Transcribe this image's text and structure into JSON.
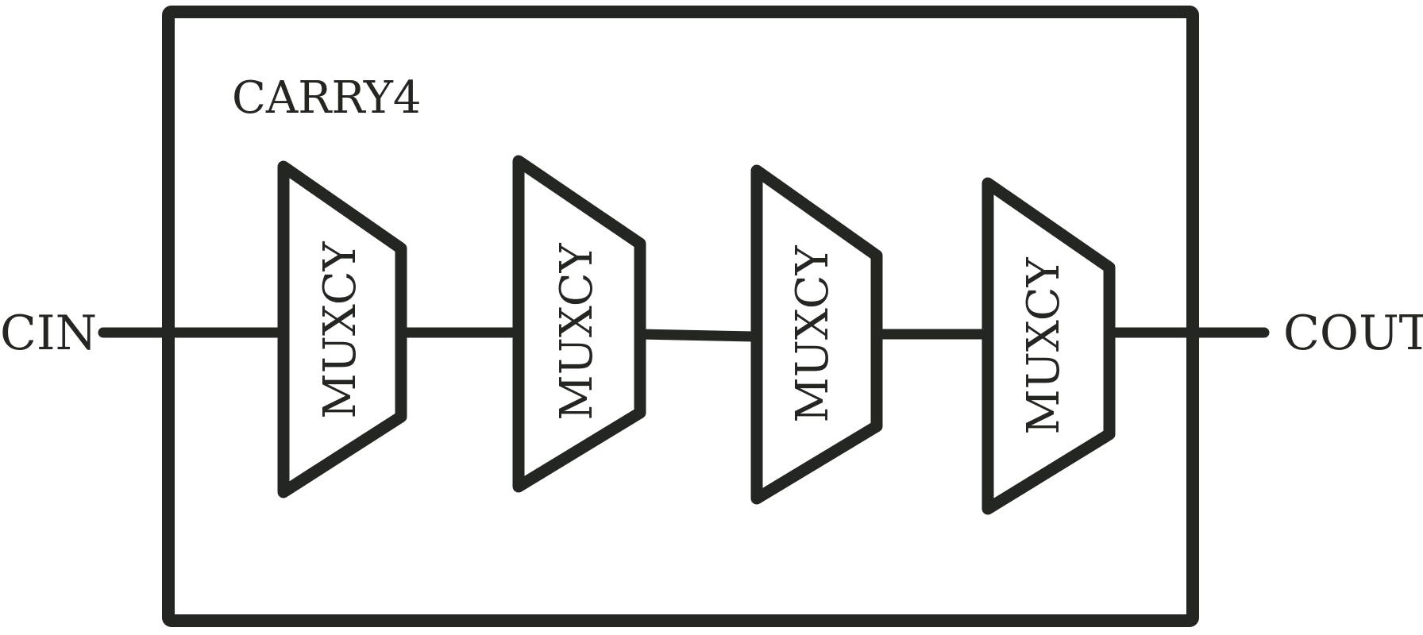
{
  "diagram": {
    "block_label": "CARRY4",
    "input_label": "CIN",
    "output_label": "COUT",
    "mux_label": "MUXCY",
    "mux_count": 4
  },
  "colors": {
    "ink": "#242622",
    "background": "#ffffff"
  }
}
